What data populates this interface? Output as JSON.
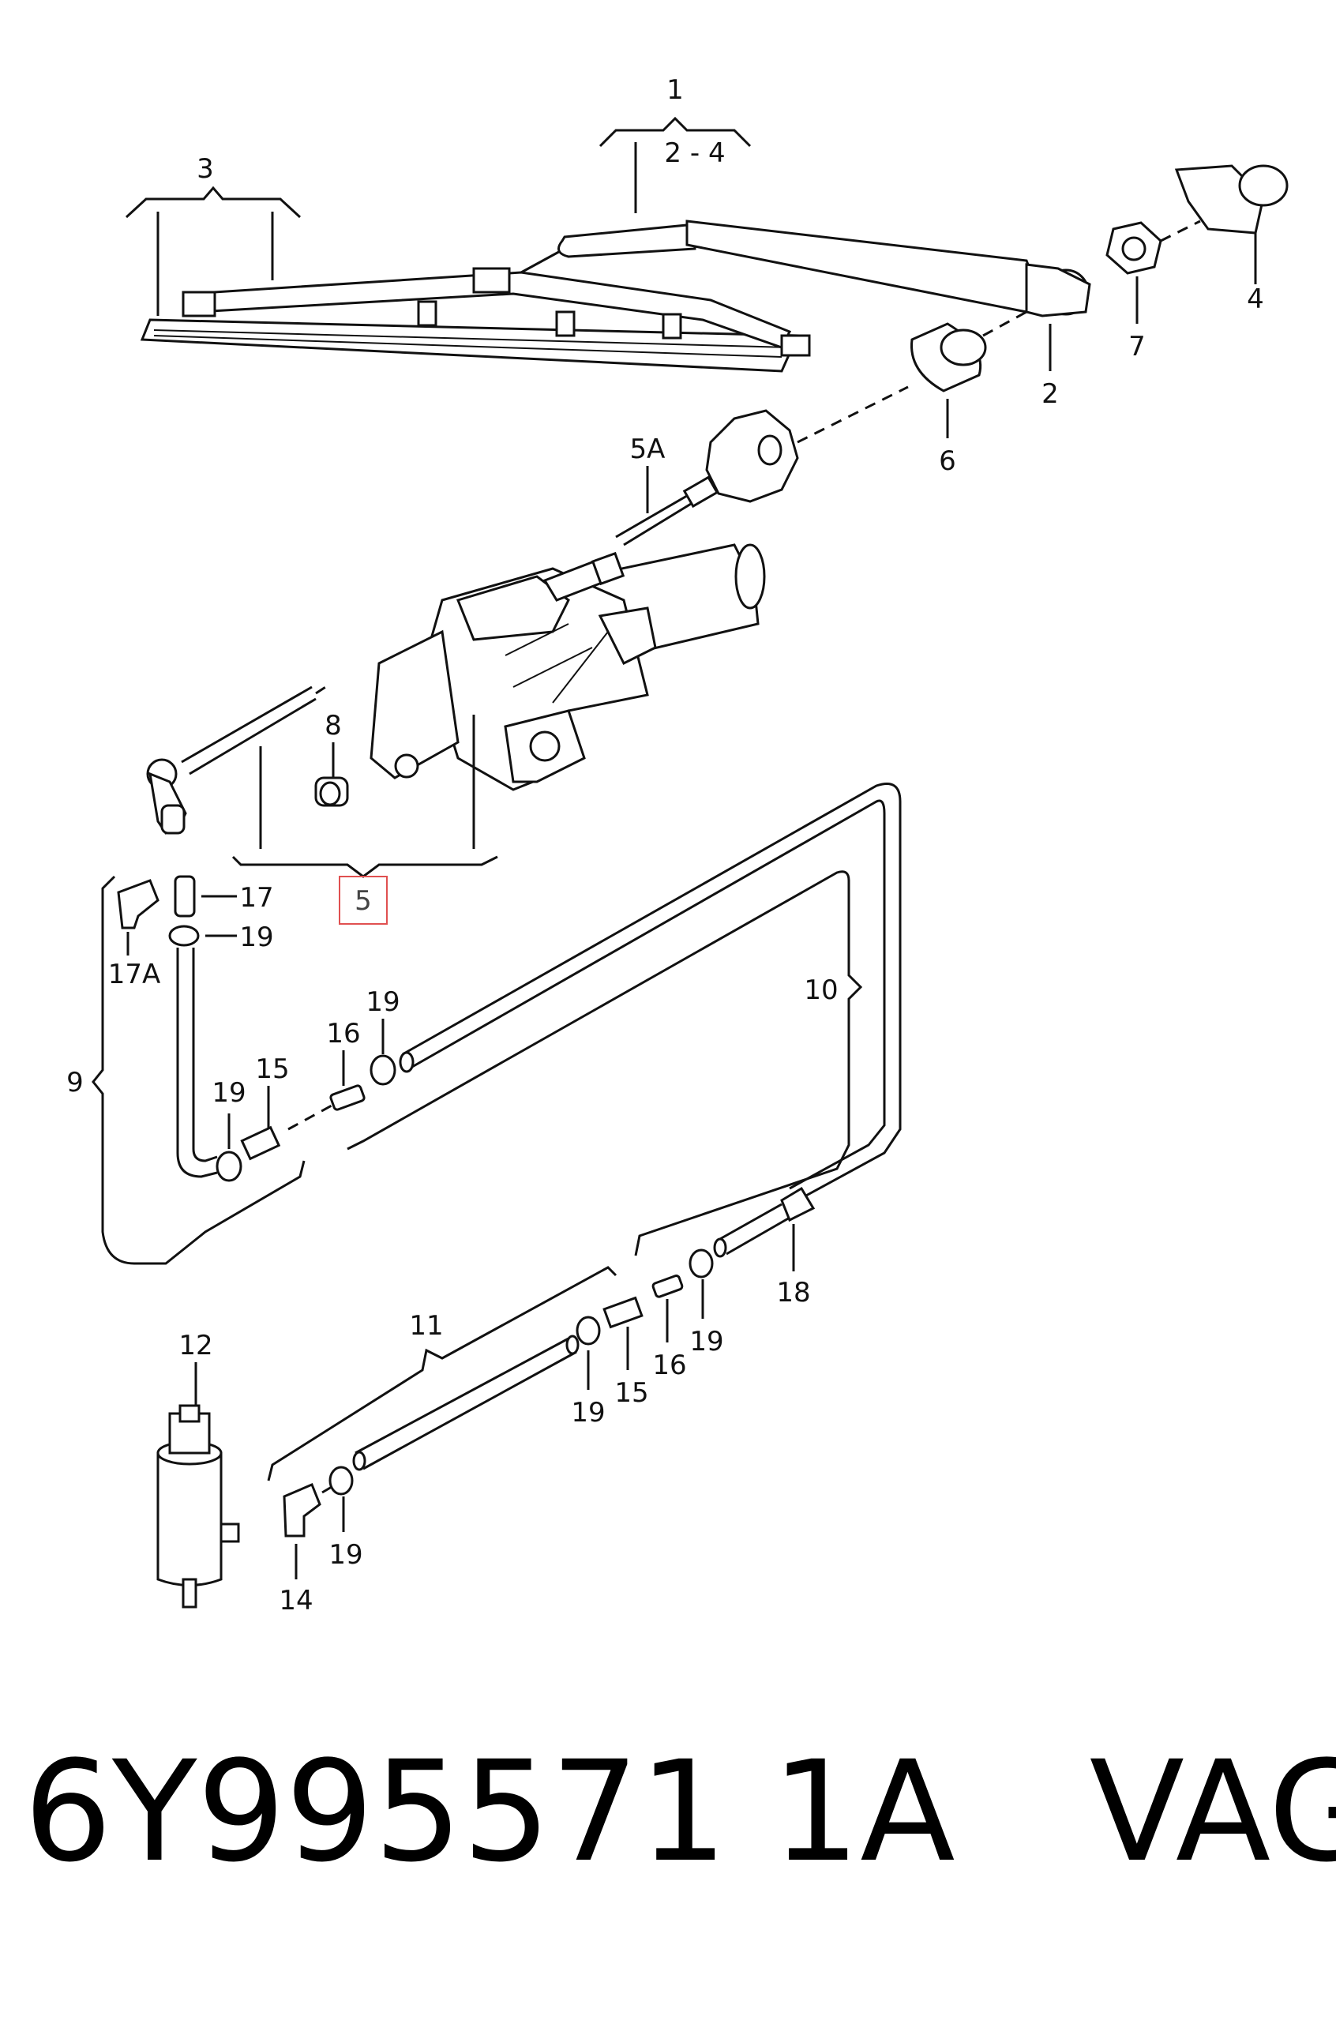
{
  "labels": {
    "p1": "1",
    "p1_range": "2 - 4",
    "p2": "2",
    "p3": "3",
    "p4": "4",
    "p5": "5",
    "p5A": "5A",
    "p6": "6",
    "p7": "7",
    "p8": "8",
    "p9": "9",
    "p10": "10",
    "p11": "11",
    "p12": "12",
    "p14": "14",
    "p15_a": "15",
    "p15_b": "15",
    "p16_a": "16",
    "p16_b": "16",
    "p17": "17",
    "p17A": "17A",
    "p18": "18",
    "p19_a": "19",
    "p19_b": "19",
    "p19_c": "19",
    "p19_d": "19",
    "p19_e": "19",
    "p19_f": "19"
  },
  "highlight_color": "#e05050",
  "caption": {
    "part_number": "6Y995571 1A",
    "brand": "VAG"
  }
}
